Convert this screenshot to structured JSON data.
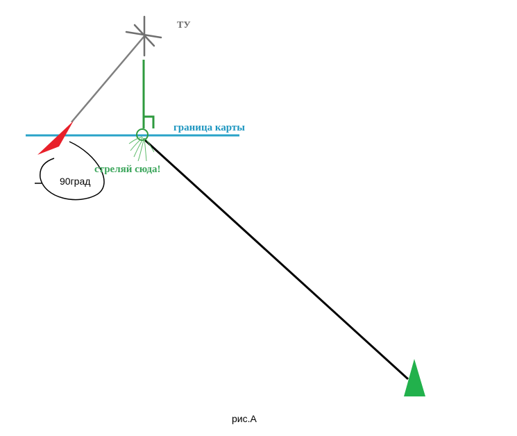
{
  "labels": {
    "target_point": "ТУ",
    "map_border": "граница карты",
    "shoot_here": "стреляй сюда!",
    "angle": "90град",
    "caption": "рис.А"
  },
  "colors": {
    "map_border_line": "#2aa3c8",
    "map_border_text": "#1e96c0",
    "guide_green": "#2e9a3e",
    "shoot_text": "#3aa55a",
    "enemy_red": "#e8202a",
    "ally_green": "#22b14c",
    "target_gray": "#7f7f7f",
    "trajectory_black": "#000000"
  },
  "icons": {
    "target_point": "crosshair-star-icon",
    "enemy_tank": "red-triangle-marker-icon",
    "ally_tank": "green-triangle-marker-icon",
    "aim_point": "circle-target-icon",
    "right_angle": "right-angle-mark-icon"
  }
}
